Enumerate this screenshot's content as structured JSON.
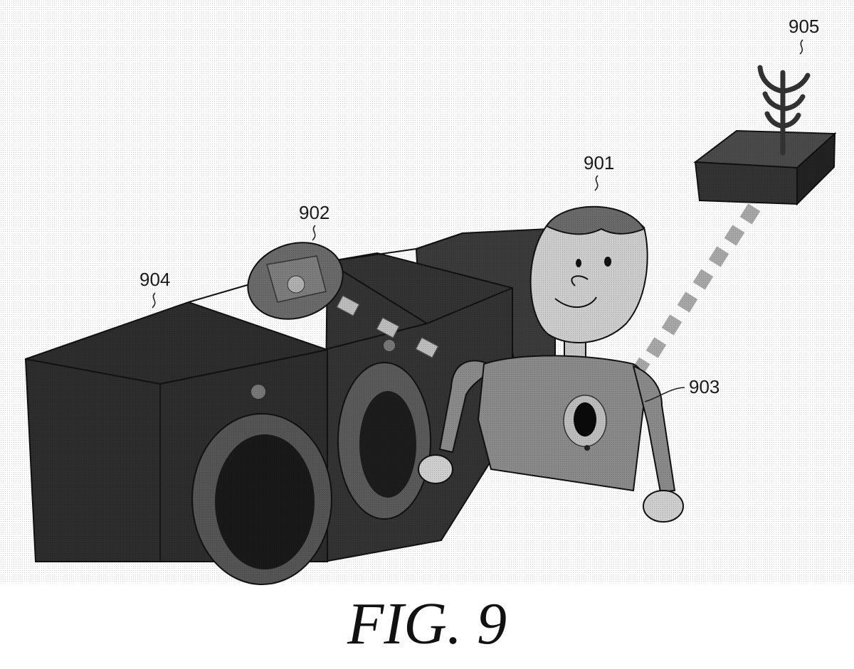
{
  "figure": {
    "caption": "FIG. 9",
    "labels": {
      "person": "901",
      "disc": "902",
      "chest_device": "903",
      "speakers": "904",
      "base_station": "905"
    }
  },
  "colors": {
    "speaker_dark": "#2e2e2e",
    "speaker_mid": "#4a4a4a",
    "skin": "#c9c9c9",
    "shirt": "#8a8a8a",
    "beam": "#a8a8a8",
    "background": "#ffffff"
  }
}
